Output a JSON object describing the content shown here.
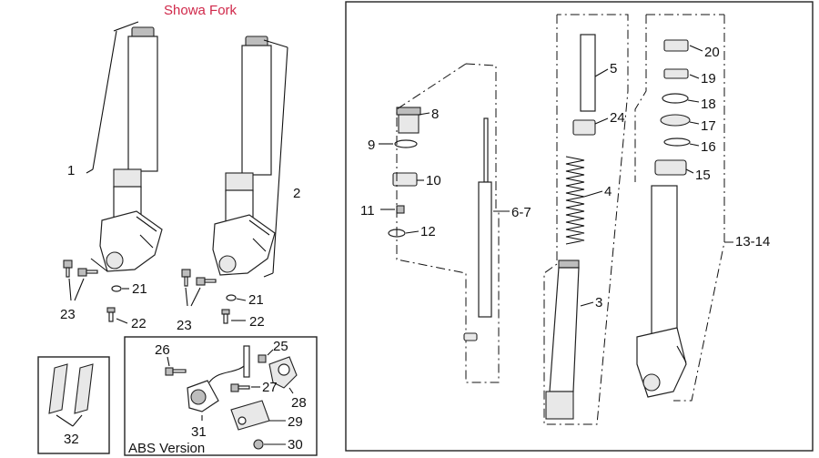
{
  "diagram": {
    "title": "Showa Fork",
    "abs_caption": "ABS Version",
    "labels": {
      "l1": "1",
      "l2": "2",
      "l3": "3",
      "l4": "4",
      "l5": "5",
      "l67": "6-7",
      "l8": "8",
      "l9": "9",
      "l10": "10",
      "l11": "11",
      "l12": "12",
      "l1314": "13-14",
      "l15": "15",
      "l16": "16",
      "l17": "17",
      "l18": "18",
      "l19": "19",
      "l20": "20",
      "l21a": "21",
      "l21b": "21",
      "l22a": "22",
      "l22b": "22",
      "l23a": "23",
      "l23b": "23",
      "l24": "24",
      "l25": "25",
      "l26": "26",
      "l27": "27",
      "l28": "28",
      "l29": "29",
      "l30": "30",
      "l31": "31",
      "l32": "32"
    }
  }
}
